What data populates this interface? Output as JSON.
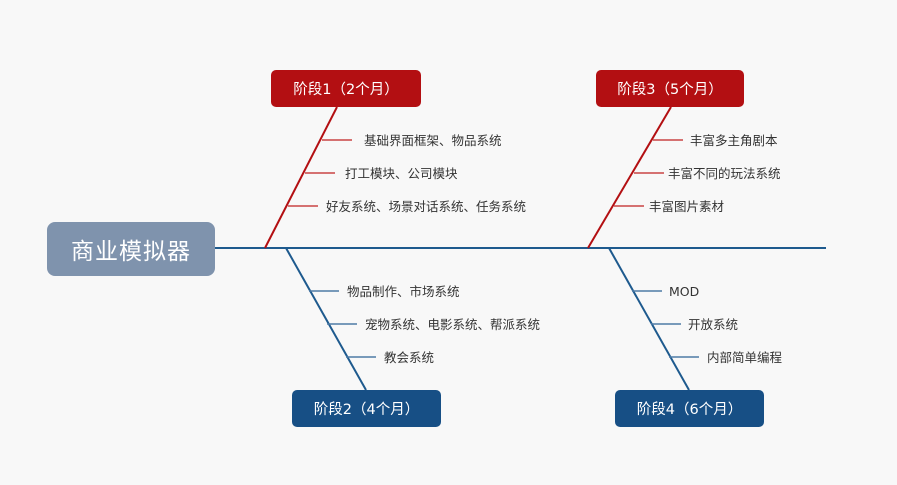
{
  "root": {
    "label": "商业模拟器"
  },
  "colors": {
    "spine": "#1e5a8e",
    "red": "#b30f12",
    "blue": "#174f85",
    "root_bg": "#7f93ad",
    "tick_red": "#c94444",
    "tick_blue": "#4d7aa6"
  },
  "stages": [
    {
      "label": "阶段1（2个月）",
      "items": [
        "基础界面框架、物品系统",
        "打工模块、公司模块",
        "好友系统、场景对话系统、任务系统"
      ]
    },
    {
      "label": "阶段2（4个月）",
      "items": [
        "物品制作、市场系统",
        "宠物系统、电影系统、帮派系统",
        "教会系统"
      ]
    },
    {
      "label": "阶段3（5个月）",
      "items": [
        "丰富多主角剧本",
        "丰富不同的玩法系统",
        "丰富图片素材"
      ]
    },
    {
      "label": "阶段4（6个月）",
      "items": [
        "MOD",
        "开放系统",
        "内部简单编程"
      ]
    }
  ]
}
